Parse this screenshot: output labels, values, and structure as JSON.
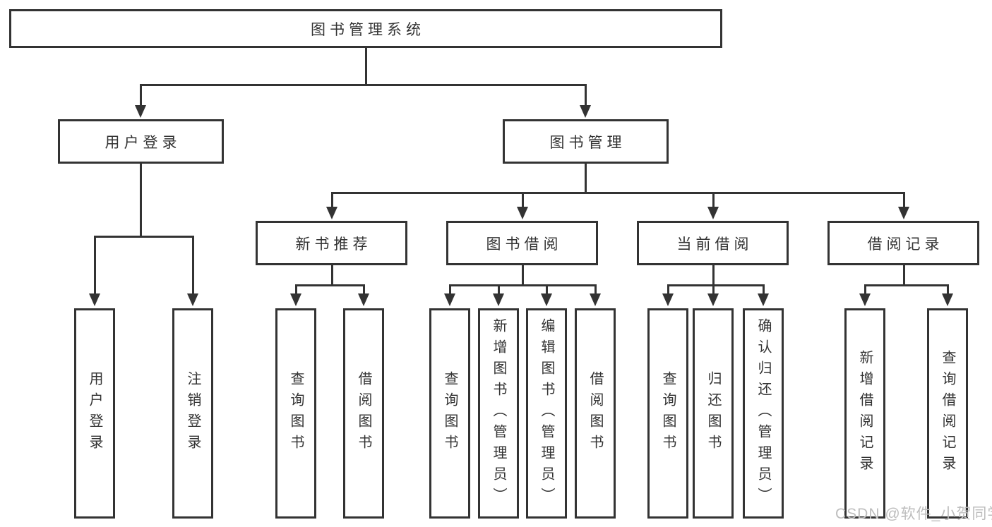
{
  "tree": {
    "root": "图书管理系统",
    "user_login": {
      "label": "用户登录",
      "children": [
        "用户登录",
        "注销登录"
      ]
    },
    "book_management": {
      "label": "图书管理",
      "children": [
        {
          "label": "新书推荐",
          "children": [
            "查询图书",
            "借阅图书"
          ]
        },
        {
          "label": "图书借阅",
          "children": [
            "查询图书",
            "新增图书（管理员）",
            "编辑图书（管理员）",
            "借阅图书"
          ]
        },
        {
          "label": "当前借阅",
          "children": [
            "查询图书",
            "归还图书",
            "确认归还（管理员）"
          ]
        },
        {
          "label": "借阅记录",
          "children": [
            "新增借阅记录",
            "查询借阅记录"
          ]
        }
      ]
    }
  },
  "watermark": "CSDN @软件_小贺同学",
  "colors": {
    "line": "#333333",
    "text": "#333333",
    "watermark": "#bdbdbd",
    "background": "#ffffff"
  }
}
